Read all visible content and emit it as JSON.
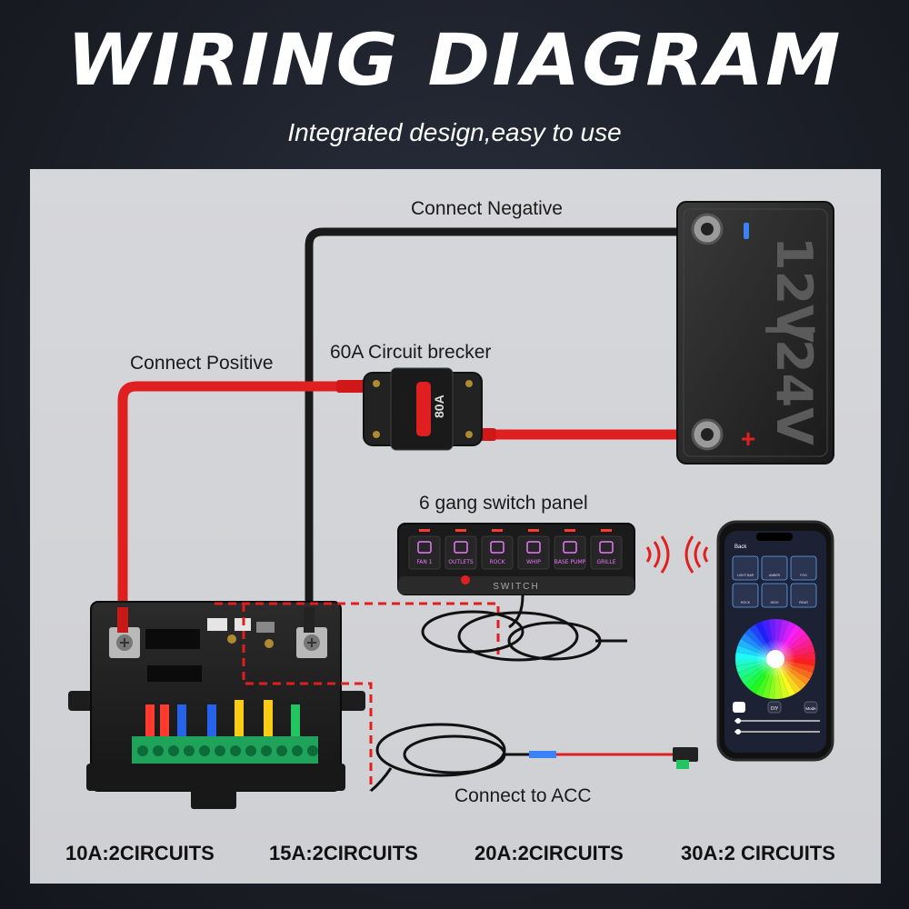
{
  "header": {
    "title": "WIRING DIAGRAM",
    "subtitle": "Integrated design,easy to use"
  },
  "labels": {
    "connect_negative": "Connect Negative",
    "connect_positive": "Connect Positive",
    "circuit_breaker": "60A Circuit brecker",
    "switch_panel": "6 gang switch panel",
    "connect_acc": "Connect to ACC"
  },
  "battery": {
    "voltage_top": "12V",
    "voltage_bottom": "24V",
    "negative_symbol": "-",
    "positive_symbol": "+"
  },
  "breaker": {
    "rating": "80A"
  },
  "switch_panel": {
    "buttons": [
      "FAN 1",
      "OUTLETS",
      "ROCK",
      "WHIP",
      "BASE PUMP",
      "GRILLE"
    ],
    "brand": "SWITCH"
  },
  "phone": {
    "back_label": "Back",
    "tiles": [
      "LIGHT BAR",
      "AMBER",
      "FOG",
      "ROCK",
      "HIGH",
      "REAR"
    ],
    "buttons": [
      "DIY",
      "Mode"
    ]
  },
  "footer": {
    "circuits": [
      "10A:2CIRCUITS",
      "15A:2CIRCUITS",
      "20A:2CIRCUITS",
      "30A:2 CIRCUITS"
    ]
  },
  "colors": {
    "positive_wire": "#e02020",
    "negative_wire": "#1a1a1a",
    "signal_dashed": "#e01e1e",
    "accent_switch": "#e879f9"
  }
}
